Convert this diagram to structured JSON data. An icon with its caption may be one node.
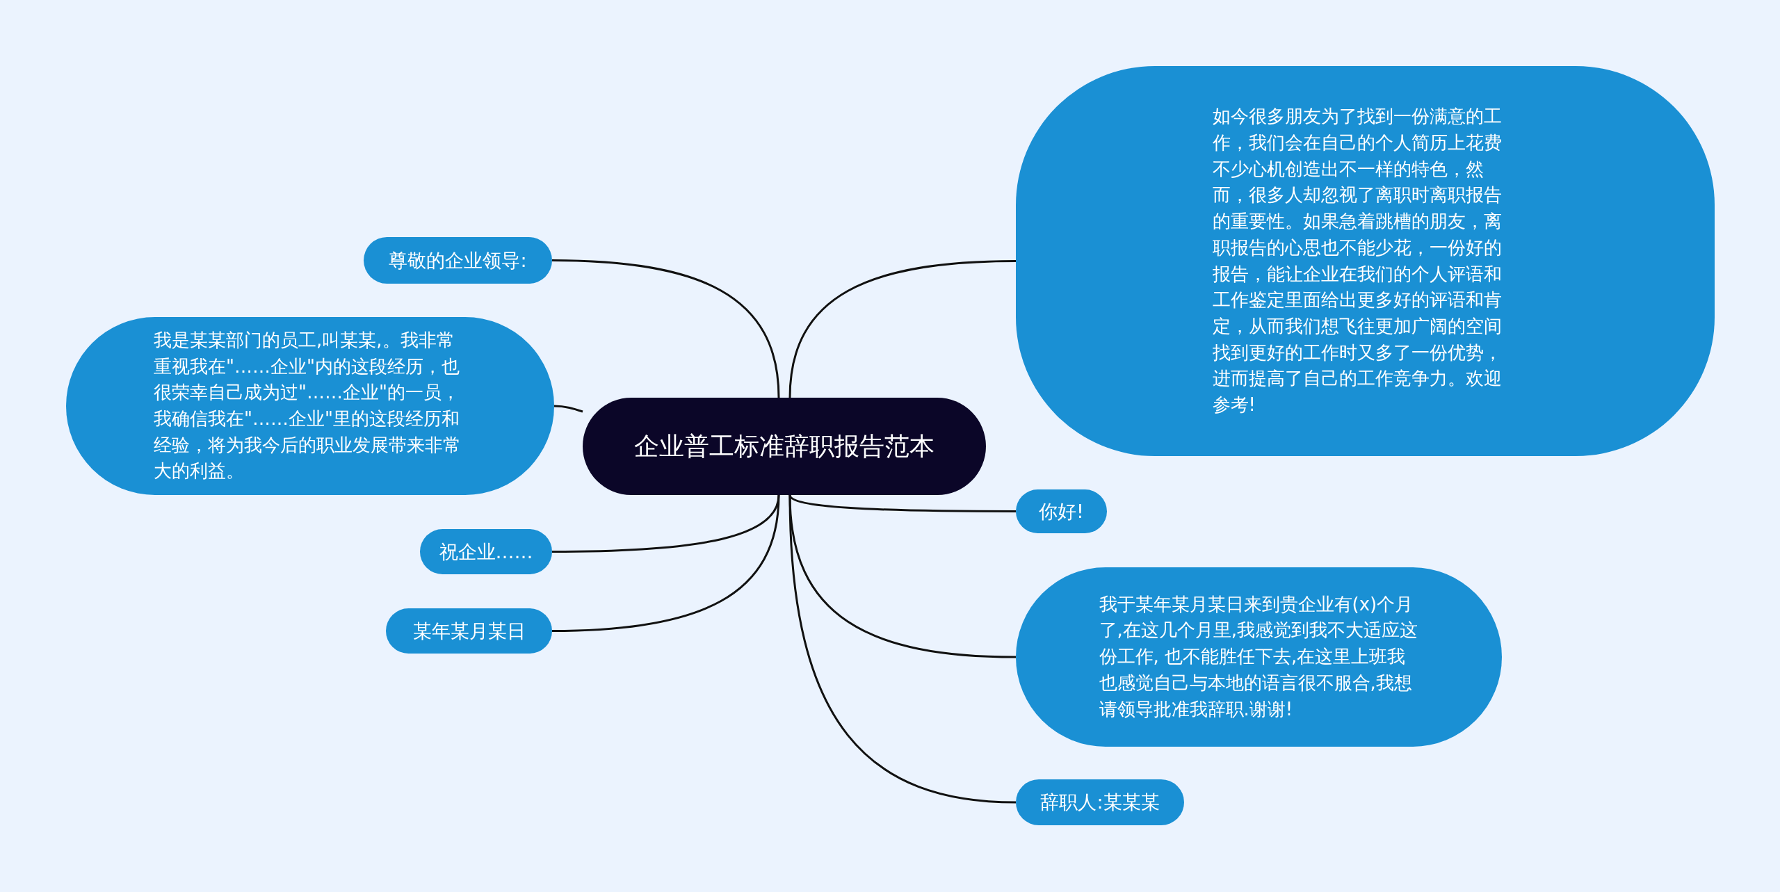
{
  "diagram": {
    "nodes": [
      {
        "text": [
          "企业普工标准辞职报告范本"
        ]
      },
      {
        "text": [
          "尊敬的企业领导:"
        ]
      },
      {
        "text": [
          "我是某某部门的员工,叫某某,。我非常重视我在\"……企业\"内的这段经历，也很荣幸自己成为过\"……企业\"的一员，我确信我在\"……企业\"里的这段经历和经验，将为我今后的职业发展带来非常大的利益。"
        ]
      },
      {
        "text": [
          "祝企业……"
        ]
      },
      {
        "text": [
          "某年某月某日"
        ]
      },
      {
        "text": [
          "如今很多朋友为了找到一份满意的工作，我们会在自己的个人简历上花费不少心机创造出不一样的特色，然而，很多人却忽视了离职时离职报告的重要性。如果急着跳槽的朋友，离职报告的心思也不能少花，一份好的报告，能让企业在我们的个人评语和工作鉴定里面给出更多好的评语和肯定，从而我们想飞往更加广阔的空间找到更好的工作时又多了一份优势，进而提高了自己的工作竞争力。欢迎参考!"
        ]
      },
      {
        "text": [
          "你好!"
        ]
      },
      {
        "text": [
          "我于某年某月某日来到贵企业有(x)个月了,在这几个月里,我感觉到我不大适应这份工作, 也不能胜任下去,在这里上班我也感觉自己与本地的语言很不服合,我想请领导批准我辞职.谢谢!"
        ]
      },
      {
        "text": [
          "辞职人:某某某"
        ]
      }
    ],
    "edges": [
      {
        "from": 0,
        "to": 1,
        "arrow": "none"
      },
      {
        "from": 0,
        "to": 2,
        "arrow": "none"
      },
      {
        "from": 0,
        "to": 3,
        "arrow": "none"
      },
      {
        "from": 0,
        "to": 4,
        "arrow": "none"
      },
      {
        "from": 0,
        "to": 5,
        "arrow": "none"
      },
      {
        "from": 0,
        "to": 6,
        "arrow": "none"
      },
      {
        "from": 0,
        "to": 7,
        "arrow": "none"
      },
      {
        "from": 0,
        "to": 8,
        "arrow": "none"
      }
    ]
  }
}
